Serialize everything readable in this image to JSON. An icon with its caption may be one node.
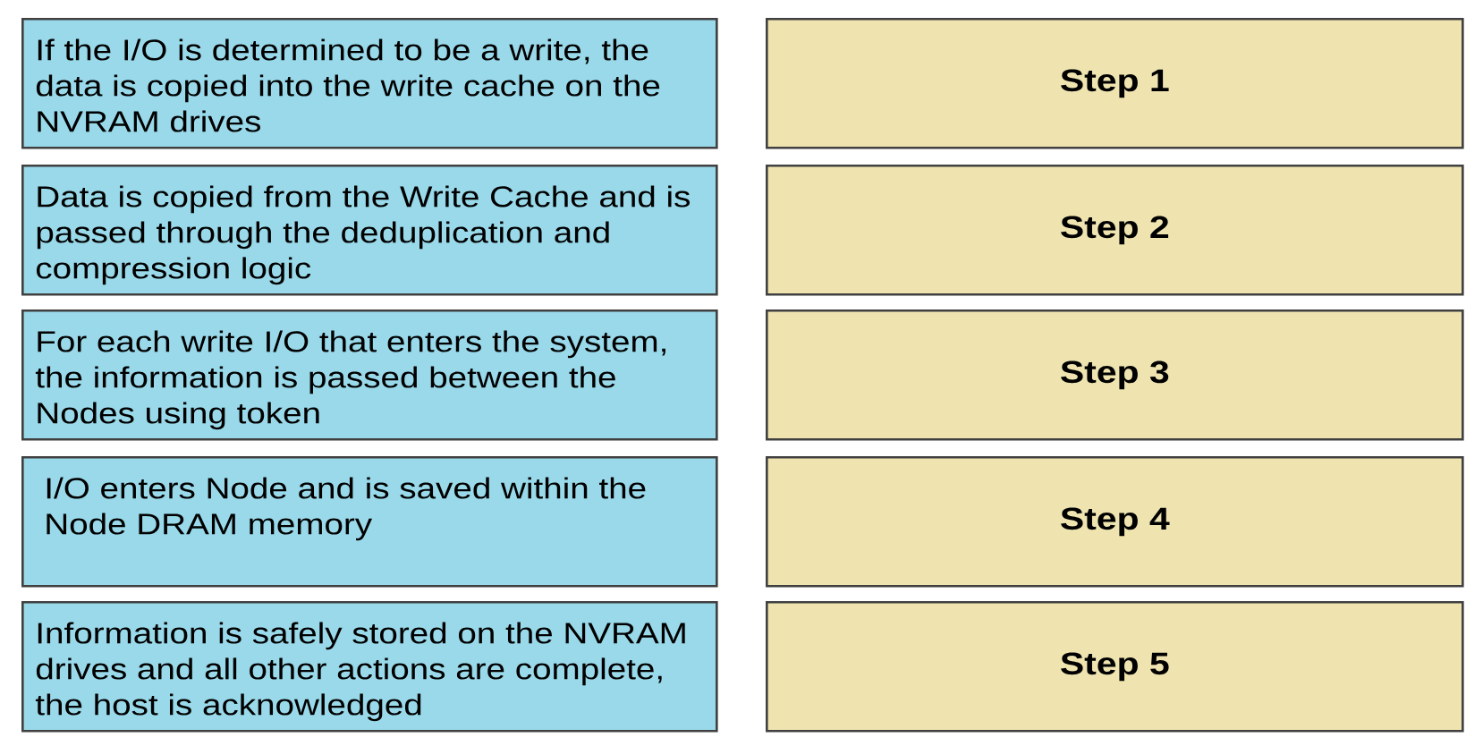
{
  "diagram": {
    "nodes": [
      {
        "text": [
          "If the I/O is determined to be a write, the data is copied into the write cache on the NVRAM drives"
        ]
      },
      {
        "text": [
          "Step 1"
        ]
      },
      {
        "text": [
          "Data is copied from the Write Cache and is passed through the deduplication and compression logic"
        ]
      },
      {
        "text": [
          "Step 2"
        ]
      },
      {
        "text": [
          "For each write I/O that enters the system, the information is passed between the Nodes using token"
        ]
      },
      {
        "text": [
          "Step 3"
        ]
      },
      {
        "text": [
          "I/O enters Node and is saved within the Node DRAM memory"
        ]
      },
      {
        "text": [
          "Step 4"
        ]
      },
      {
        "text": [
          "Information is safely stored on the NVRAM drives and all other actions are complete, the host is acknowledged"
        ]
      },
      {
        "text": [
          "Step 5"
        ]
      }
    ]
  }
}
